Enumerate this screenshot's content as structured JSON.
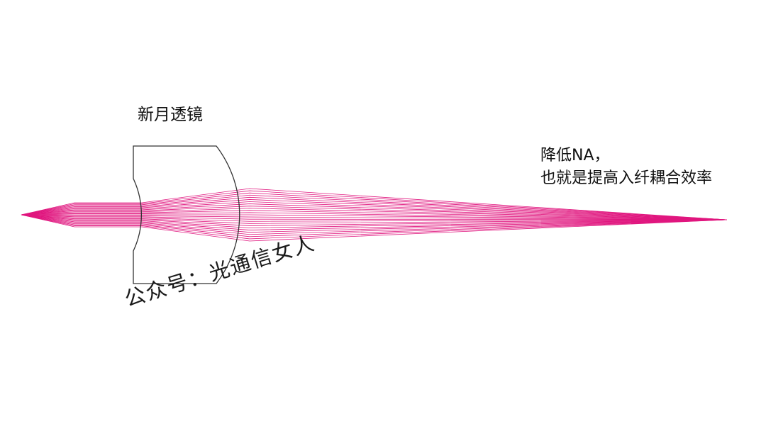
{
  "lens_label": "新月透镜",
  "note": {
    "line1": "降低NA，",
    "line2": "也就是提高入纤耦合效率"
  },
  "watermark": "公众号：光通信女人",
  "colors": {
    "ray": "#e0177f",
    "lens_outline": "#333333",
    "background": "#ffffff"
  },
  "rays": {
    "count": 25
  }
}
